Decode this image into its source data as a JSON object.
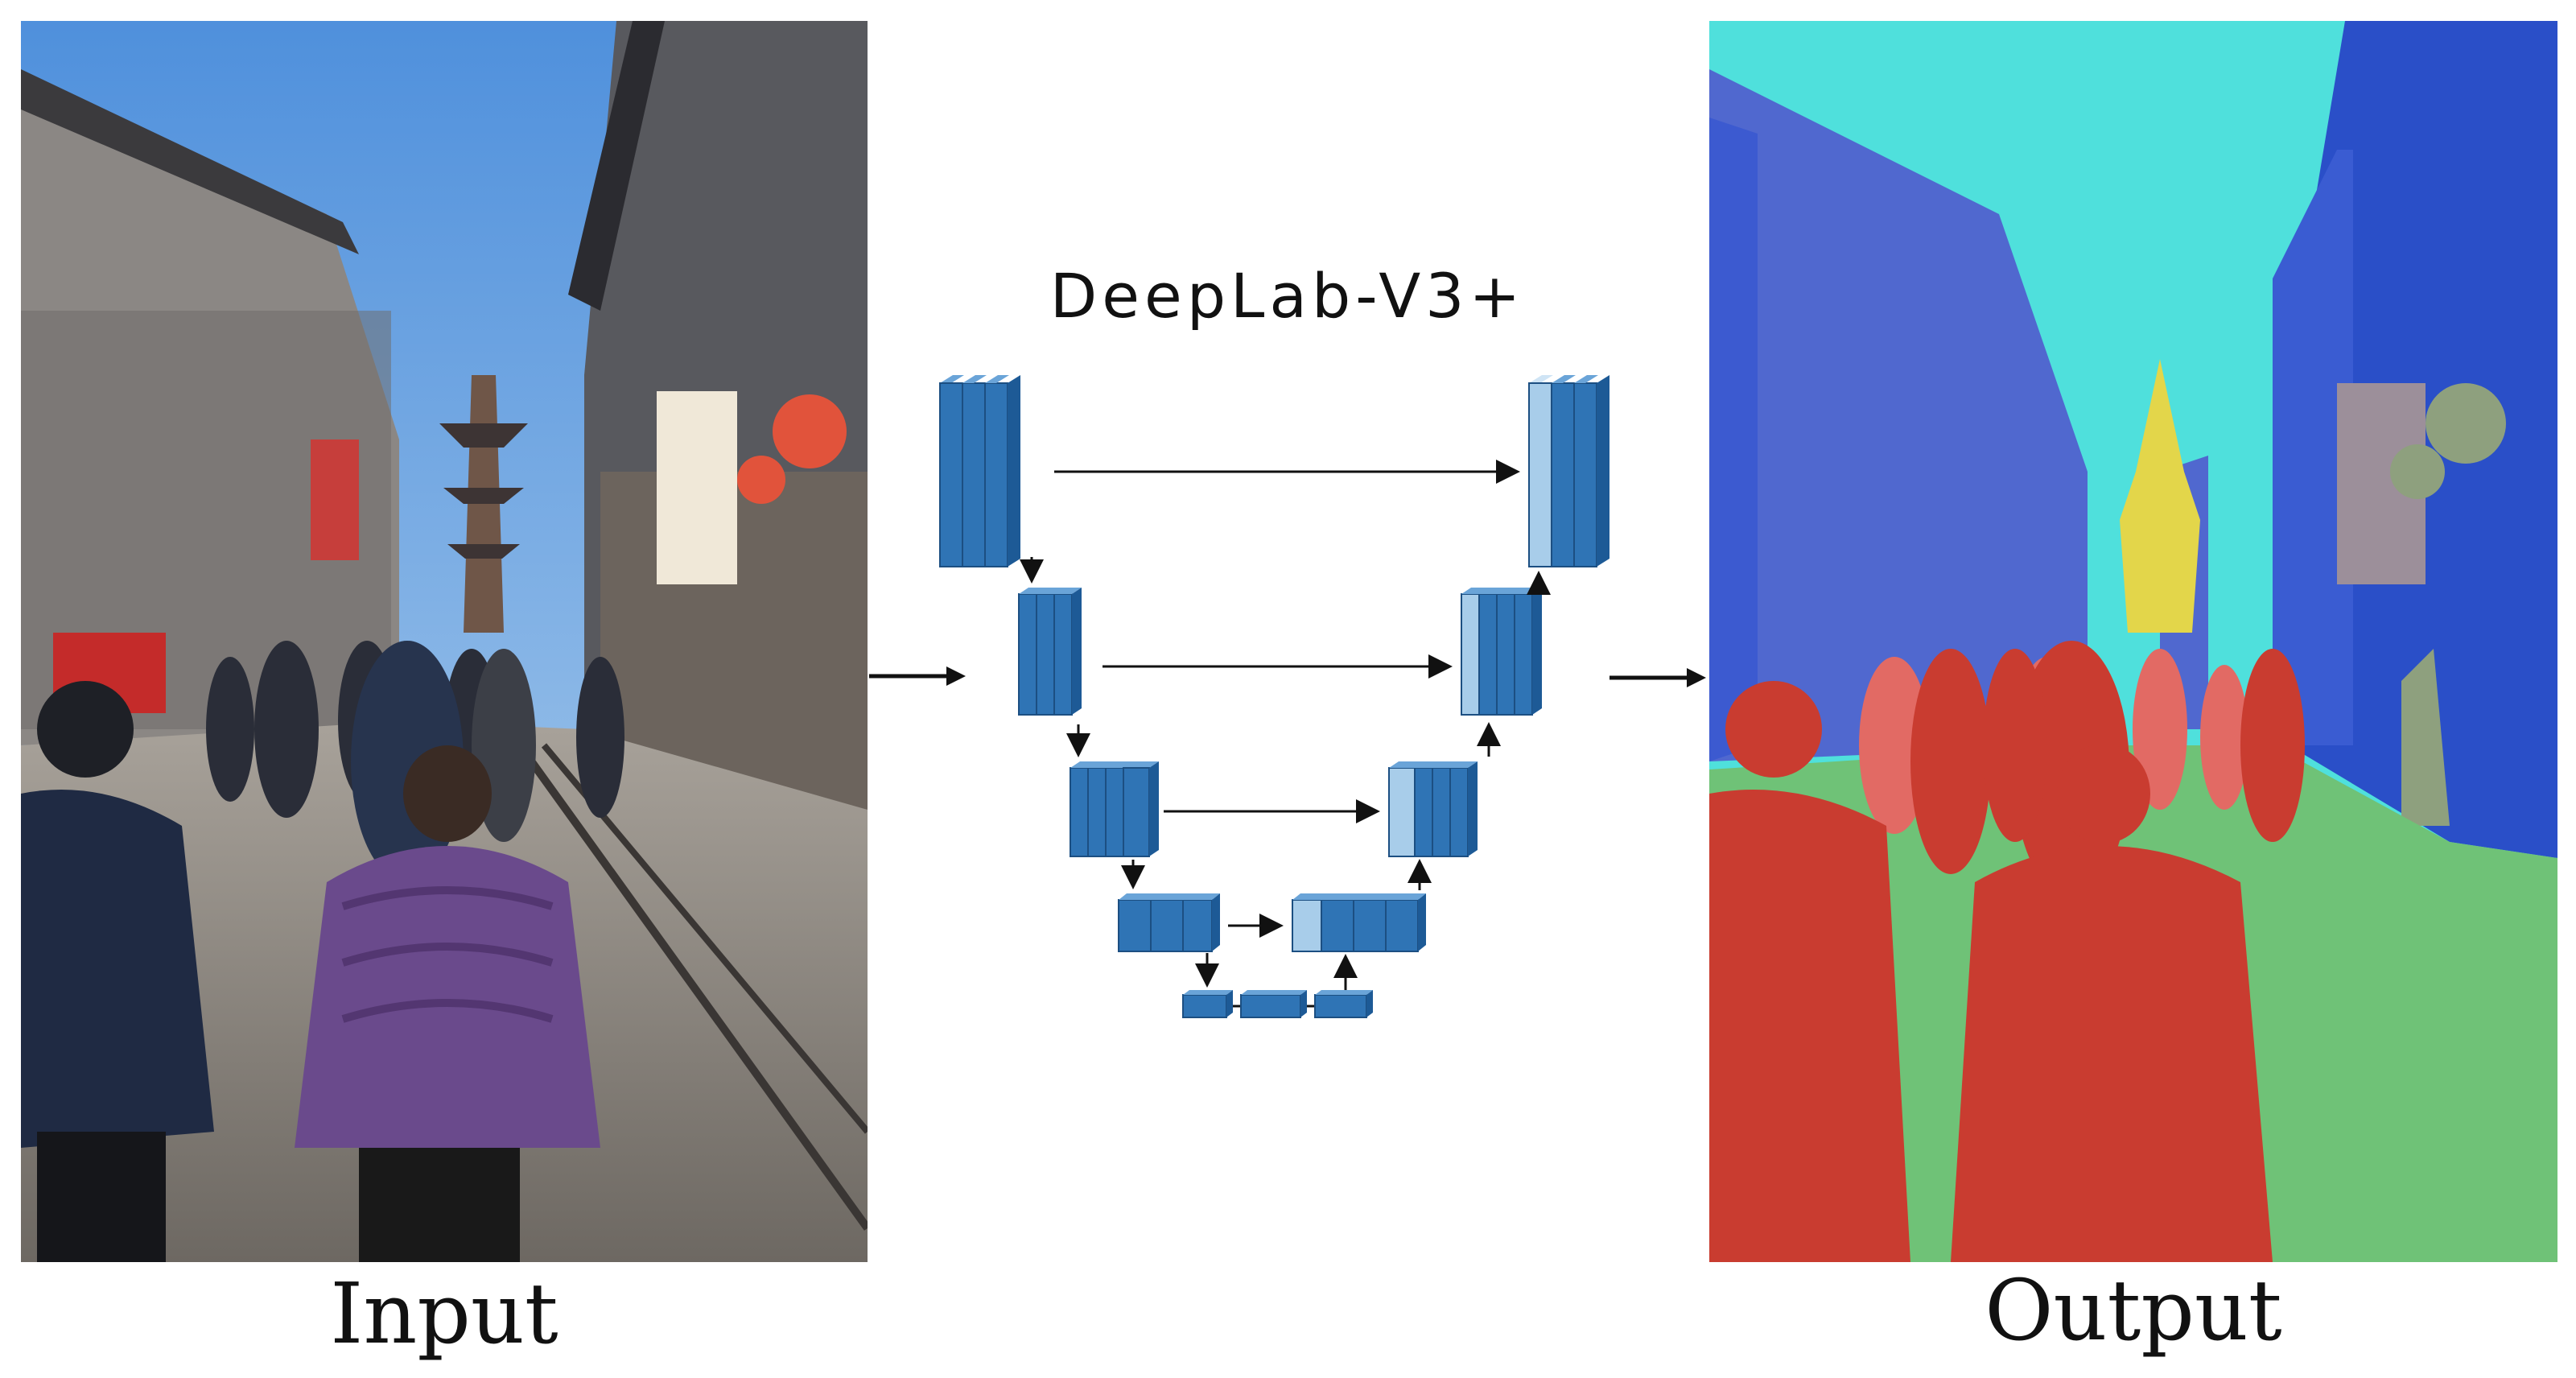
{
  "labels": {
    "input": "Input",
    "output": "Output",
    "model": "DeepLab-V3+"
  },
  "colors": {
    "sky_input": "#5e9be0",
    "block_dark": "#2f74b5",
    "block_light": "#a8cdea",
    "seg_sky": "#4fe0dc",
    "seg_building": "#5068cf",
    "seg_building_dark": "#2a4fc8",
    "seg_ground": "#6fc277",
    "seg_person": "#c93c30",
    "seg_person_far": "#e26a64",
    "seg_tower": "#e3d64a",
    "seg_tree": "#8ea07e",
    "seg_sign": "#9c8f9a"
  },
  "diagram": {
    "encoder_levels": 5,
    "decoder_levels": 4,
    "skip_connections": 4
  }
}
